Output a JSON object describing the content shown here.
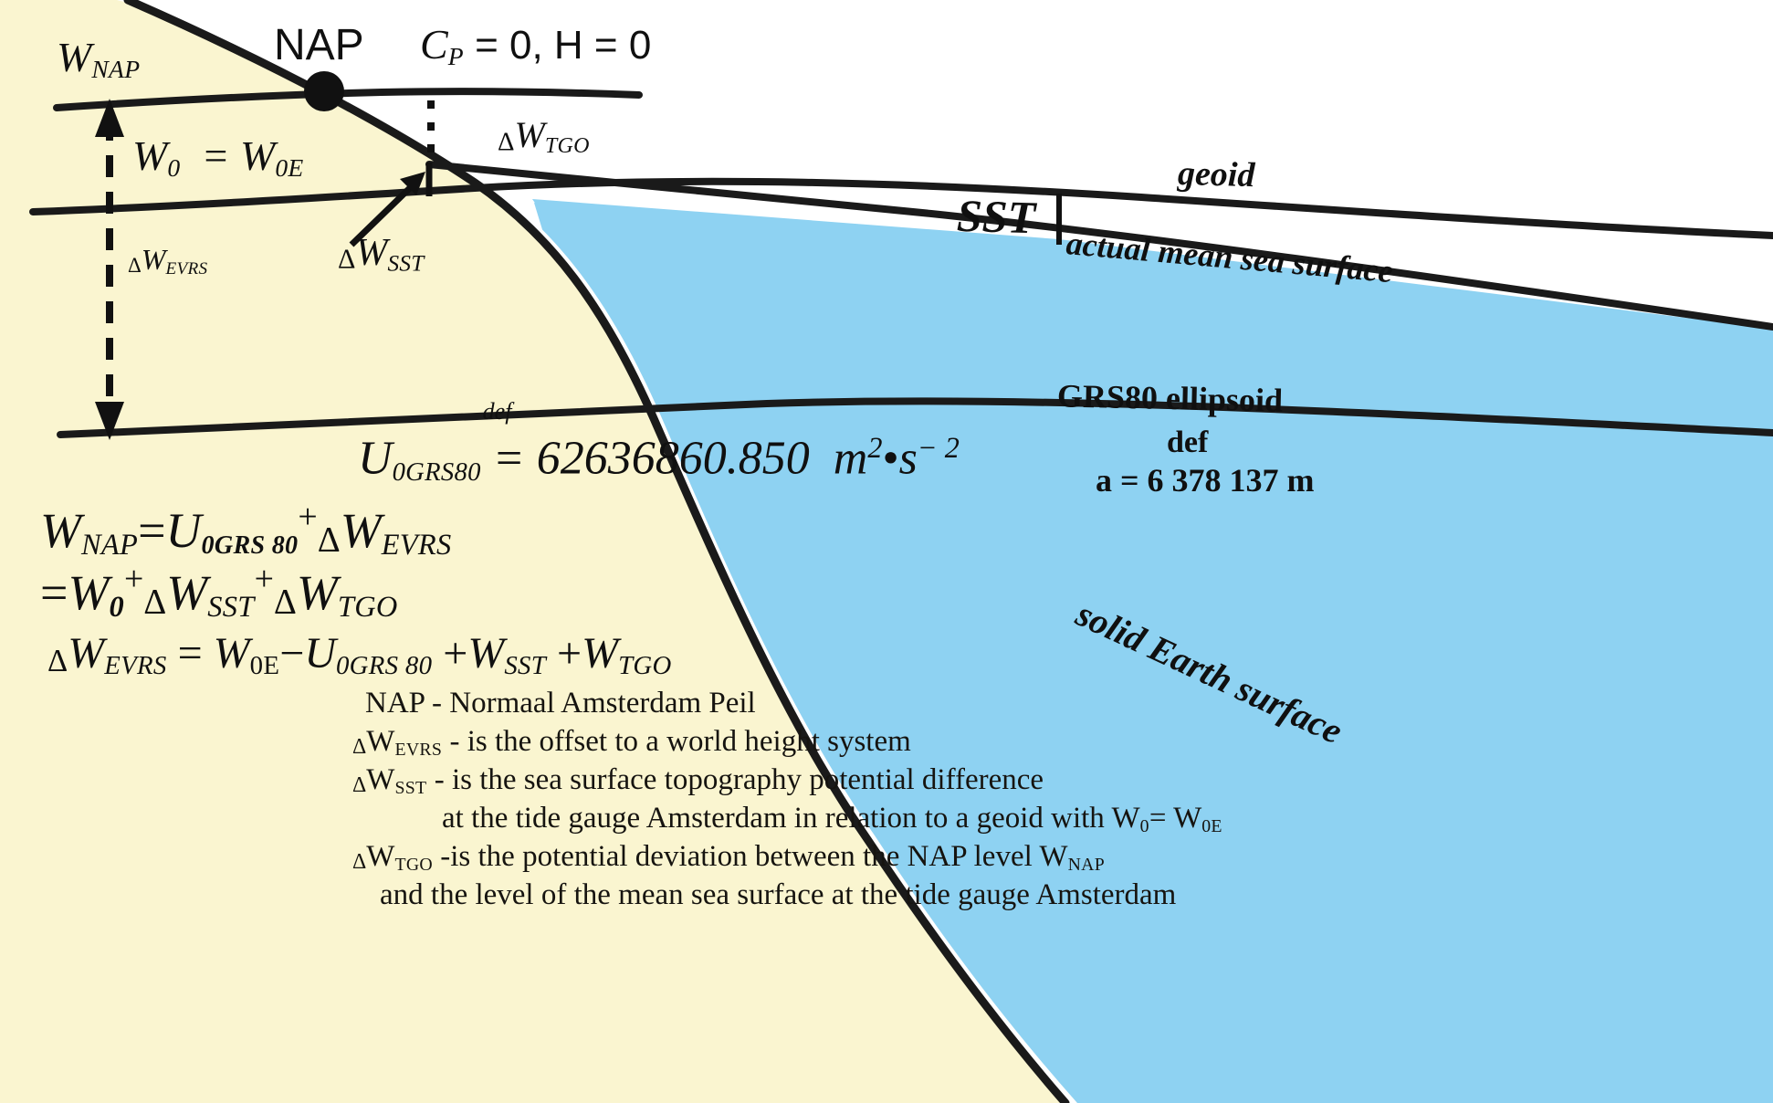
{
  "figure": {
    "type": "geodesy-cross-section-diagram",
    "colors": {
      "land": "#faf5d0",
      "water": "#8ed2f2",
      "line": "#1a1a1a",
      "background": "#ffffff"
    }
  },
  "labels": {
    "w_nap": {
      "base": "W",
      "sub": "NAP"
    },
    "nap_point": "NAP",
    "cp_h": {
      "c": "C",
      "c_sub": "P",
      "rest": "= 0, H = 0"
    },
    "w0_w0e": {
      "a": "W",
      "a_sub": "0",
      "eq": "=",
      "b": "W",
      "b_sub": "0E"
    },
    "dw_tgo": {
      "delta": "Δ",
      "base": "W",
      "sub": "TGO"
    },
    "dw_evrs": {
      "delta": "Δ",
      "base": "W",
      "sub": "EVRS"
    },
    "dw_sst": {
      "delta": "Δ",
      "base": "W",
      "sub": "SST"
    },
    "sst": "SST",
    "geoid": "geoid",
    "actual_mean_sea_surface": "actual mean sea surface",
    "grs80_ellipsoid": "GRS80 ellipsoid",
    "ellipsoid_def_word": "def",
    "ellipsoid_a": "a = 6 378 137 m",
    "solid_earth_surface": "solid Earth surface"
  },
  "formulas": {
    "u0": {
      "symbol": "U",
      "symbol_sub": "0GRS80",
      "def_word": "def",
      "equals": "=",
      "value": "62636860.850",
      "unit_m": "m",
      "unit_m_sup": "2",
      "dot": "•",
      "unit_s": "s",
      "unit_s_sup": "− 2",
      "plain": "U 0GRS80 def= 62636860.850 m2 • s−2"
    },
    "wnap_line1": {
      "lhs": "W",
      "lhs_sub": "NAP",
      "eq": "=",
      "t1": "U",
      "t1_sub": "0GRS 80",
      "plus1": "+",
      "t2_delta": "Δ",
      "t2": "W",
      "t2_sub": "EVRS",
      "plain": "W NAP = U 0GRS 80 + ΔW EVRS"
    },
    "wnap_line2": {
      "eq": "=",
      "t1": "W",
      "t1_sub": "0",
      "plus1": "+",
      "t2_delta": "Δ",
      "t2": "W",
      "t2_sub": "SST",
      "plus2": "+",
      "t3_delta": "Δ",
      "t3": "W",
      "t3_sub": "TGO",
      "plain": "= W 0 + ΔW SST + ΔW TGO"
    },
    "dwevrs_line": {
      "lhs_delta": "Δ",
      "lhs": "W",
      "lhs_sub": "EVRS",
      "eq": "=",
      "t1": "W",
      "t1_sub": "0E",
      "minus": "−",
      "t2": "U",
      "t2_sub": "0GRS 80",
      "plus1": "+",
      "t3": "W",
      "t3_sub": "SST",
      "plus2": "+",
      "t4": "W",
      "t4_sub": "TGO",
      "plain": "ΔW EVRS = W 0E − U 0GRS 80 + W SST + W TGO"
    }
  },
  "legend": [
    {
      "key": "NAP",
      "dash": "-",
      "text": "Normaal Amsterdam Peil"
    },
    {
      "key_delta": "Δ",
      "key_base": "W",
      "key_sub": "EVRS",
      "dash": "-",
      "text": "is the offset to a world height system"
    },
    {
      "key_delta": "Δ",
      "key_base": "W",
      "key_sub": "SST",
      "dash": "-",
      "text": "is the sea surface topography potential difference"
    },
    {
      "cont": "at the tide gauge Amsterdam in relation to a geoid with W",
      "cont_sub": "0",
      "cont2": "= W",
      "cont2_sub": "0E"
    },
    {
      "key_delta": "Δ",
      "key_base": "W",
      "key_sub": "TGO",
      "dash": "-",
      "text": "is the potential deviation between the NAP level W",
      "text_sub": "NAP"
    },
    {
      "cont": "and the level of the mean sea surface at the tide gauge Amsterdam"
    }
  ]
}
